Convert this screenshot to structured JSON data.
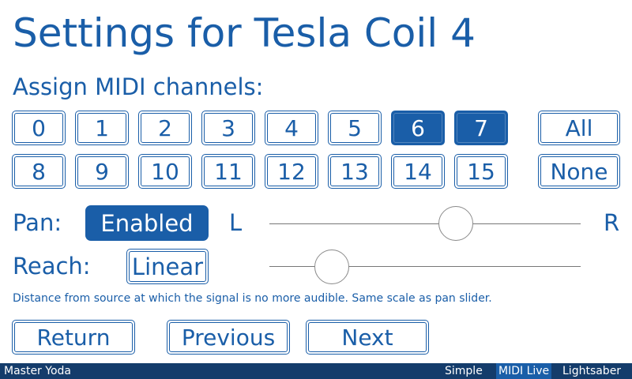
{
  "title": "Settings for Tesla Coil 4",
  "subtitle": "Assign MIDI channels:",
  "channels": {
    "row1": [
      "0",
      "1",
      "2",
      "3",
      "4",
      "5",
      "6",
      "7"
    ],
    "row2": [
      "8",
      "9",
      "10",
      "11",
      "12",
      "13",
      "14",
      "15"
    ],
    "selected": [
      "6",
      "7"
    ],
    "all_label": "All",
    "none_label": "None"
  },
  "pan": {
    "label": "Pan:",
    "button_label": "Enabled",
    "left_label": "L",
    "right_label": "R",
    "value_fraction": 0.6
  },
  "reach": {
    "label": "Reach:",
    "button_label": "Linear",
    "value_fraction": 0.2
  },
  "description": "Distance from source at which the signal is no more audible. Same scale as pan slider.",
  "nav": {
    "return_label": "Return",
    "previous_label": "Previous",
    "next_label": "Next"
  },
  "statusbar": {
    "left_text": "Master Yoda",
    "modes": [
      "Simple",
      "MIDI Live",
      "Lightsaber"
    ],
    "active_mode": "MIDI Live"
  },
  "colors": {
    "accent": "#1a5ea8",
    "statusbar_bg": "#143c6b",
    "statusbar_active": "#1a5ea8"
  }
}
